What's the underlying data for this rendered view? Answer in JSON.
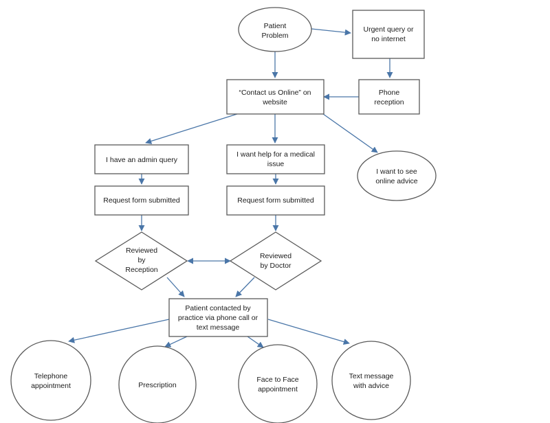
{
  "nodes": {
    "patient_problem": {
      "lines": [
        "Patient",
        "Problem"
      ]
    },
    "urgent_query": {
      "lines": [
        "Urgent query or",
        "no internet"
      ]
    },
    "phone_reception": {
      "lines": [
        "Phone",
        "reception"
      ]
    },
    "contact_online": {
      "lines": [
        "“Contact us Online” on",
        "website"
      ]
    },
    "admin_query": {
      "lines": [
        "I have an admin query"
      ]
    },
    "medical_issue": {
      "lines": [
        "I want help for a medical",
        "issue"
      ]
    },
    "online_advice": {
      "lines": [
        "I want to see",
        "online advice"
      ]
    },
    "request_form_admin": {
      "lines": [
        "Request form submitted"
      ]
    },
    "request_form_medical": {
      "lines": [
        "Request form submitted"
      ]
    },
    "reviewed_reception": {
      "lines": [
        "Reviewed",
        "by",
        "Reception"
      ]
    },
    "reviewed_doctor": {
      "lines": [
        "Reviewed",
        "by Doctor"
      ]
    },
    "patient_contacted": {
      "lines": [
        "Patient contacted by",
        "practice via phone call or",
        "text message"
      ]
    },
    "telephone_appointment": {
      "lines": [
        "Telephone",
        "appointment"
      ]
    },
    "prescription": {
      "lines": [
        "Prescription"
      ]
    },
    "face_to_face": {
      "lines": [
        "Face to Face",
        "appointment"
      ]
    },
    "text_advice": {
      "lines": [
        "Text message",
        "with advice"
      ]
    }
  },
  "colors": {
    "edge": "#4a76a8",
    "border": "#595959",
    "text": "#1a1a1a"
  }
}
